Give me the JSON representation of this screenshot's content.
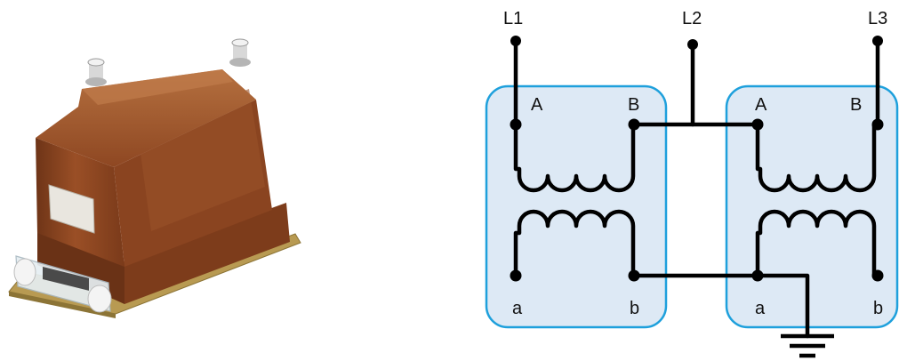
{
  "photo": {
    "subject": "potential-transformer",
    "colors": {
      "body": "#8a4420",
      "body_light": "#b06a3e",
      "body_dark": "#5c2c13",
      "base": "#b89a52",
      "terminal_cover": "#e6eef2"
    }
  },
  "diagram": {
    "line_labels": {
      "l1": "L1",
      "l2": "L2",
      "l3": "L3"
    },
    "transformer_left": {
      "primary_a": "A",
      "primary_b": "B",
      "secondary_a": "a",
      "secondary_b": "b"
    },
    "transformer_right": {
      "primary_a": "A",
      "primary_b": "B",
      "secondary_a": "a",
      "secondary_b": "b"
    },
    "colors": {
      "box_fill": "#dde9f5",
      "box_stroke": "#1ea0dc",
      "wire": "#000000"
    }
  }
}
